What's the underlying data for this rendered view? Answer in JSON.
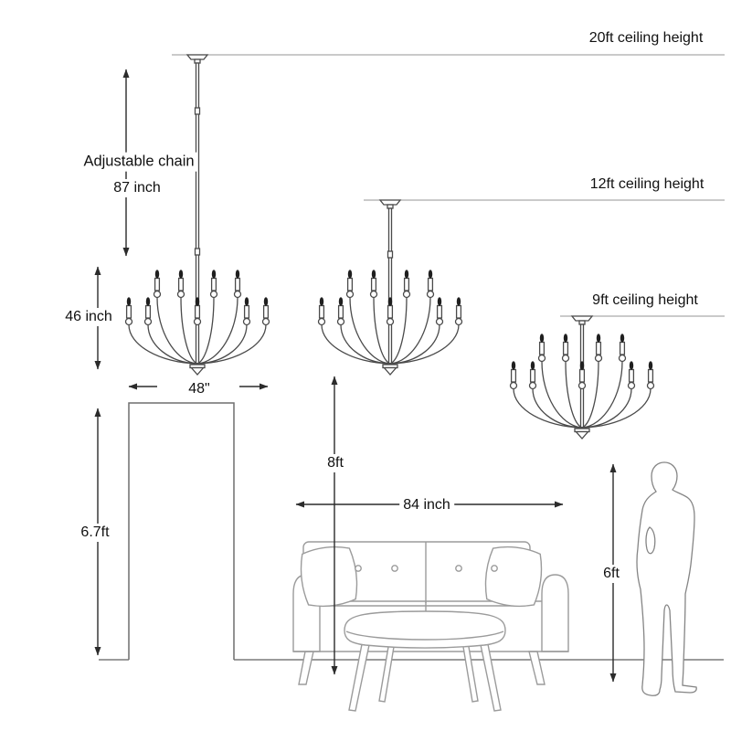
{
  "page": {
    "title": "Chandelier mounting height diagram",
    "background": "#ffffff"
  },
  "colors": {
    "dimension_ink": "#2b2b2b",
    "fixture_line": "#4a4a4a",
    "furniture_line": "#9b9b9b",
    "ceiling_line": "#aaaaaa",
    "floor_line": "#7a7a7a",
    "text": "#111111"
  },
  "ceilings": {
    "c20": {
      "label": "20ft ceiling height"
    },
    "c12": {
      "label": "12ft ceiling height"
    },
    "c9": {
      "label": "9ft ceiling height"
    }
  },
  "dimensions": {
    "chain_note": "Adjustable chain",
    "chain_length": "87 inch",
    "fixture_height": "46 inch",
    "fixture_width": "48\"",
    "door_height": "6.7ft",
    "clearance_height": "8ft",
    "sofa_width": "84 inch",
    "person_height": "6ft"
  }
}
